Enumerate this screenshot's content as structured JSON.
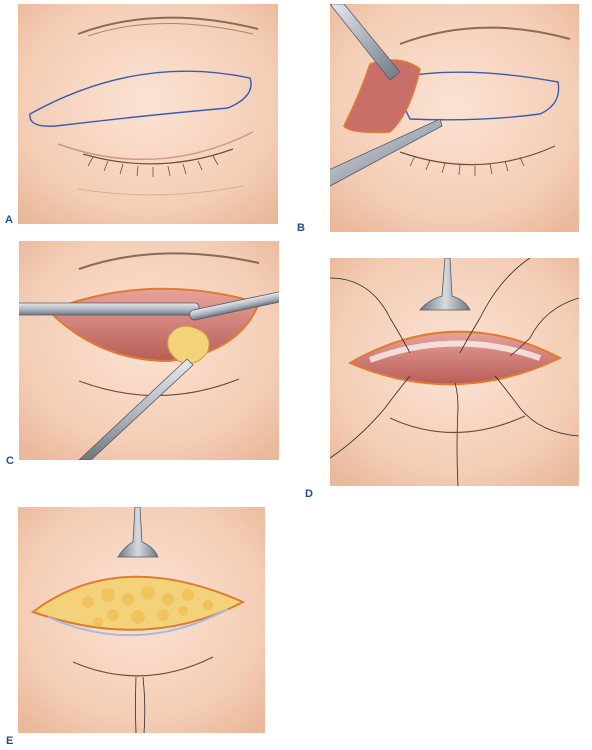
{
  "figure": {
    "panels": [
      {
        "id": "a",
        "label": "A"
      },
      {
        "id": "b",
        "label": "B"
      },
      {
        "id": "c",
        "label": "C"
      },
      {
        "id": "d",
        "label": "D"
      },
      {
        "id": "e",
        "label": "E"
      }
    ]
  },
  "colors": {
    "skin": "#f6d2bd",
    "skin_shadow": "#ecb79c",
    "incision_line": "#3a5bb0",
    "muscle": "#c96f6a",
    "fat": "#f3d27a",
    "instrument": "#a9b0b8",
    "label": "#1f4f8f"
  }
}
